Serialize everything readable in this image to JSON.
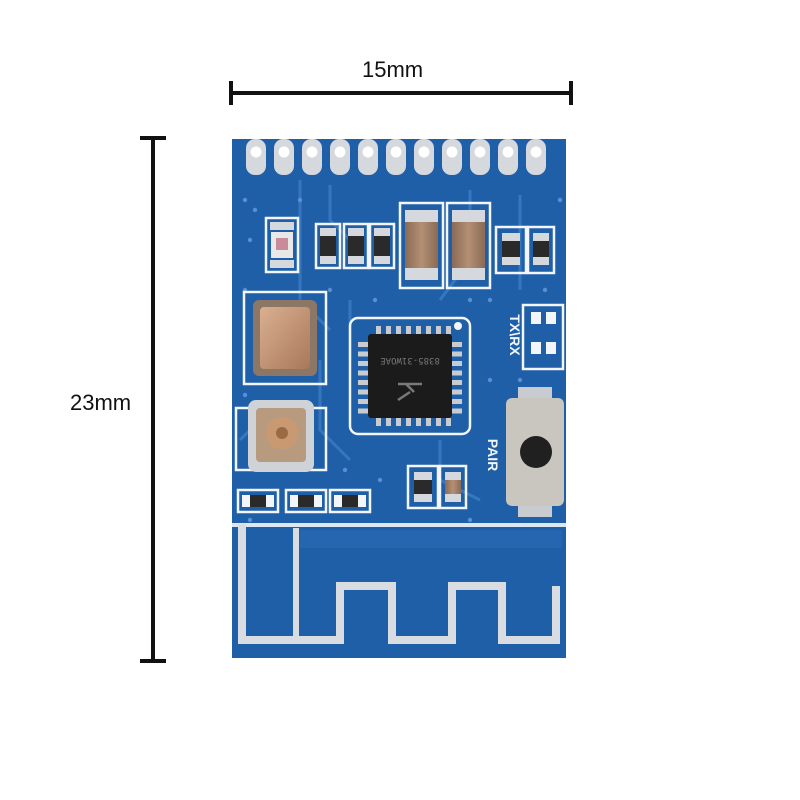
{
  "dimensions": {
    "width_label": "15mm",
    "height_label": "23mm"
  },
  "board": {
    "silkscreen_tx_rx": "TX\\RX",
    "silkscreen_pair": "PAIR",
    "chip_marking": "8385-31WOAE",
    "colors": {
      "pcb": "#1e5fa8",
      "trace": "#3a7cc4",
      "silkscreen": "#f2f6fa",
      "pad": "#d5d8dc",
      "chip": "#1b1b1b",
      "background": "#ffffff"
    }
  }
}
